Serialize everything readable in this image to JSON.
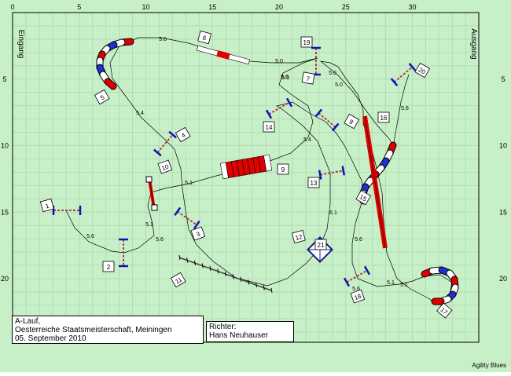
{
  "app": {
    "footer": "Agility Blues"
  },
  "ruler": {
    "x_labels": [
      "0",
      "5",
      "10",
      "15",
      "20",
      "25",
      "30"
    ],
    "y_labels": [
      "5",
      "10",
      "15",
      "20"
    ]
  },
  "side_labels": {
    "entry": "Eingang",
    "exit": "Ausgang"
  },
  "course_info": {
    "line1": "A-Lauf,",
    "line2": "Oesterreiche Staatsmeisterschaft, Meiningen",
    "line3": "05. September 2010"
  },
  "judge": {
    "title": "Richter:",
    "name": "Hans Neuhauser"
  },
  "obstacle_numbers": [
    "1",
    "2",
    "3",
    "4",
    "5",
    "6",
    "7",
    "8",
    "9",
    "10",
    "11",
    "12",
    "13",
    "14",
    "15",
    "16",
    "17",
    "18",
    "19",
    "20",
    "21"
  ],
  "distances": [
    "5.6",
    "5.6",
    "5.1",
    "5.1",
    "5.4",
    "5.6",
    "5.0",
    "5.6",
    "5.0",
    "5.0",
    "5.3",
    "5.4",
    "5.6",
    "5.6",
    "6.1",
    "5.1",
    "5.1",
    "5.6"
  ],
  "colors": {
    "field": "#c8f0c8",
    "grid": "#b4dcb4",
    "path": "#000000",
    "tunnel_red": "#e00000",
    "tunnel_blue": "#2030d0",
    "pole": "#1010c0"
  }
}
